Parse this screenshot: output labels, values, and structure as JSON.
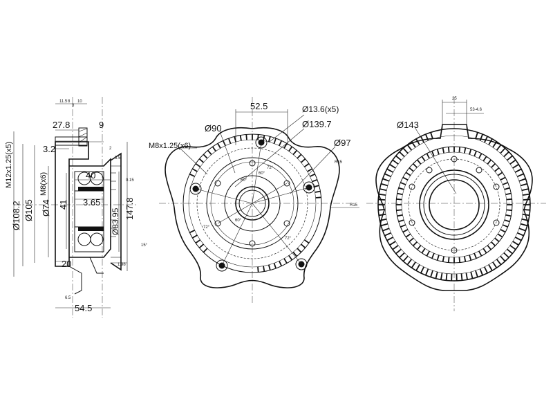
{
  "side_view": {
    "dim_27_8": "27.8",
    "dim_9": "9",
    "dim_3_2": "3.2",
    "dim_m12": "M12x1.25(x5)",
    "dim_108_2": "Ø108.2",
    "dim_105": "Ø105",
    "dim_m8": "M8(x6)",
    "dim_74": "Ø74",
    "dim_41": "41",
    "dim_40": "40",
    "dim_3_65": "3.65",
    "dim_83_95": "Ø83.95",
    "dim_147_8": "147.8",
    "dim_20": "20",
    "dim_54_5": "54.5",
    "small_top_1": "11.5",
    "small_top_2": "8",
    "small_top_3": "10",
    "small_top_4": "8",
    "small_r_1": "2",
    "small_r_2": "5.5",
    "small_r_3": "0.15",
    "small_r_4": "15°",
    "small_r_5": "1.98",
    "small_b_1": "6.5"
  },
  "front_view": {
    "dim_52_5": "52.5",
    "dim_13_6": "Ø13.6(x5)",
    "dim_90": "Ø90",
    "dim_139_7": "Ø139.7",
    "dim_m8x125": "M8x1.25(x6)",
    "dim_97": "Ø97",
    "angle_72": "72°",
    "angle_60": "60°",
    "small_r15": "R15"
  },
  "rear_view": {
    "dim_143": "Ø143",
    "dim_25": "25",
    "dim_53": "53-4.6"
  }
}
